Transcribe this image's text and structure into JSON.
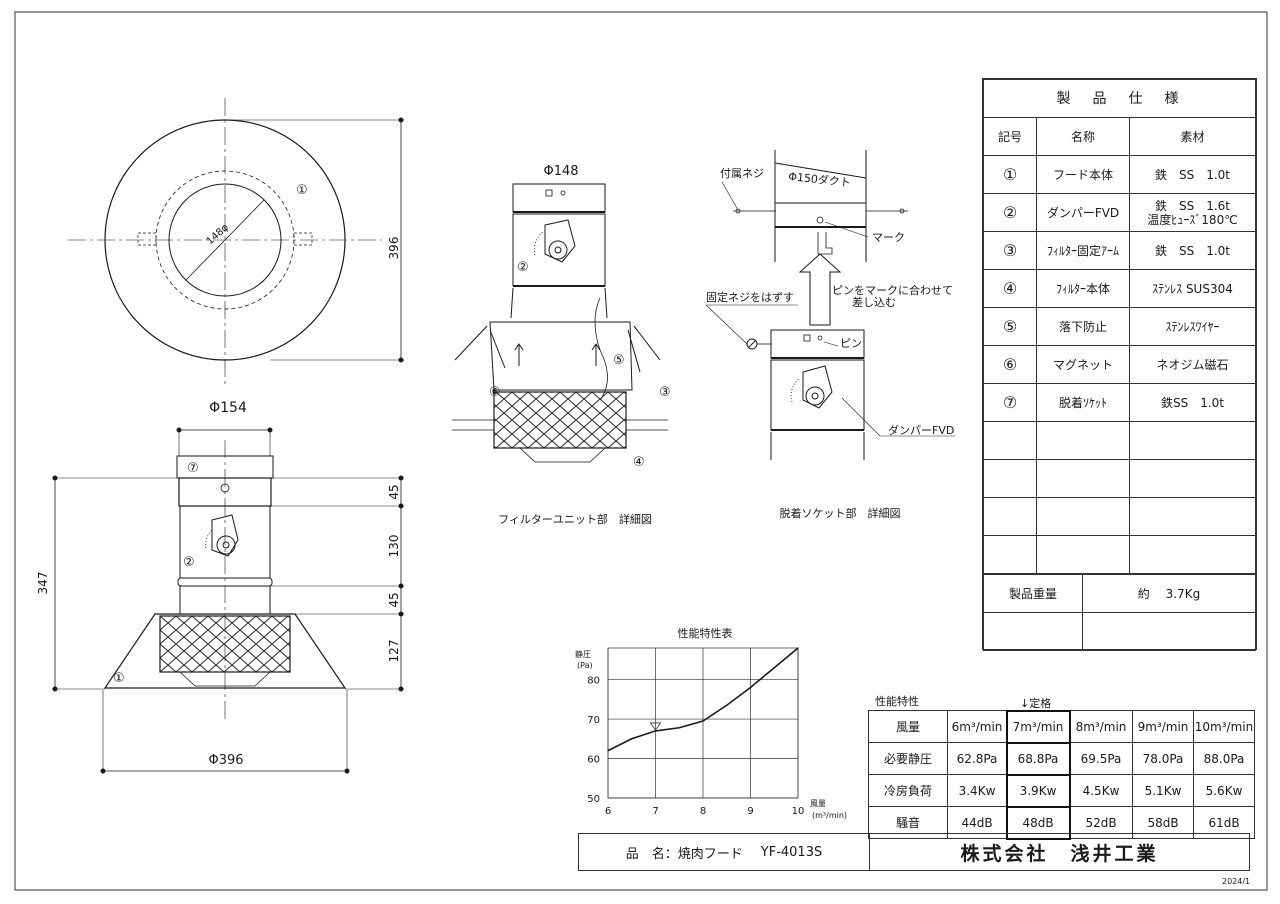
{
  "drawings": {
    "top_view": {
      "center_dim": "148φ",
      "item": "①",
      "height_dim": "396"
    },
    "front_view": {
      "top_width": "Φ154",
      "bottom_width": "Φ396",
      "total_height": "347",
      "segments": [
        "45",
        "130",
        "45",
        "127"
      ],
      "items": [
        "⑦",
        "②",
        "①"
      ]
    },
    "filter_unit": {
      "title": "Φ148",
      "items": [
        "②",
        "⑥",
        "⑤",
        "③",
        "④"
      ],
      "caption": "フィルターユニット部　詳細図"
    },
    "socket": {
      "duct_label": "Φ150ダクト",
      "screw_label": "付属ネジ",
      "mark_label": "マーク",
      "insert_note": [
        "ピンをマークに合わせて",
        "差し込む"
      ],
      "remove_screw": "固定ネジをはずす",
      "pin_label": "ピン",
      "damper_label": "ダンパーFVD",
      "caption": "脱着ソケット部　詳細図"
    }
  },
  "chart_data": {
    "type": "line",
    "title": "性能特性表",
    "ylabel": [
      "静圧",
      "(Pa)"
    ],
    "xlabel": [
      "風量",
      "(m³/min)"
    ],
    "xlim": [
      6,
      10
    ],
    "ylim": [
      50,
      88
    ],
    "xticks": [
      "6",
      "7",
      "8",
      "9",
      "10"
    ],
    "yticks": [
      "50",
      "60",
      "70",
      "80"
    ],
    "grid": true,
    "x": [
      6,
      6.5,
      7,
      7.5,
      8,
      8.5,
      9,
      9.5,
      10
    ],
    "y": [
      62,
      65,
      67,
      67.8,
      69.5,
      73.5,
      78,
      83,
      88
    ],
    "marker": {
      "x": 7,
      "y": 68,
      "shape": "triangle"
    }
  },
  "spec_table": {
    "title": "製　品　仕　様",
    "headers": [
      "記号",
      "名称",
      "素材"
    ],
    "rows": [
      {
        "no": "①",
        "name": "フード本体",
        "material": [
          "鉄　SS　1.0t"
        ]
      },
      {
        "no": "②",
        "name": "ダンパーFVD",
        "material": [
          "鉄　SS　1.6t",
          "温度ﾋｭｰｽﾞ180℃"
        ]
      },
      {
        "no": "③",
        "name": "ﾌｨﾙﾀｰ固定ｱｰﾑ",
        "material": [
          "鉄　SS　1.0t"
        ]
      },
      {
        "no": "④",
        "name": "ﾌｨﾙﾀｰ本体",
        "material": [
          "ｽﾃﾝﾚｽ SUS304"
        ]
      },
      {
        "no": "⑤",
        "name": "落下防止",
        "material": [
          "ｽﾃﾝﾚｽﾜｲﾔｰ"
        ]
      },
      {
        "no": "⑥",
        "name": "マグネット",
        "material": [
          "ネオジム磁石"
        ]
      },
      {
        "no": "⑦",
        "name": "脱着ｿｹｯﾄ",
        "material": [
          "鉄SS　1.0t"
        ]
      }
    ],
    "blank_rows": 4,
    "weight_label": "製品重量",
    "weight_value": "約　 3.7Kg"
  },
  "performance": {
    "title": "性能特性",
    "rated_label": "↓定格",
    "rated_index": 1,
    "columns": [
      "6m³/min",
      "7m³/min",
      "8m³/min",
      "9m³/min",
      "10m³/min"
    ],
    "rows": [
      {
        "label": "風量",
        "values": []
      },
      {
        "label": "必要静圧",
        "values": [
          "62.8Pa",
          "68.8Pa",
          "69.5Pa",
          "78.0Pa",
          "88.0Pa"
        ]
      },
      {
        "label": "冷房負荷",
        "values": [
          "3.4Kw",
          "3.9Kw",
          "4.5Kw",
          "5.1Kw",
          "5.6Kw"
        ]
      },
      {
        "label": "騒音",
        "values": [
          "44dB",
          "48dB",
          "52dB",
          "58dB",
          "61dB"
        ]
      }
    ]
  },
  "title_block": {
    "name_label": "品　名：焼肉フード",
    "model": "YF-4013S",
    "company": "株式会社　浅井工業",
    "date": "2024/1"
  },
  "colors": {
    "line": "#1a1a1a",
    "border": "#333333",
    "paper": "#ffffff"
  }
}
